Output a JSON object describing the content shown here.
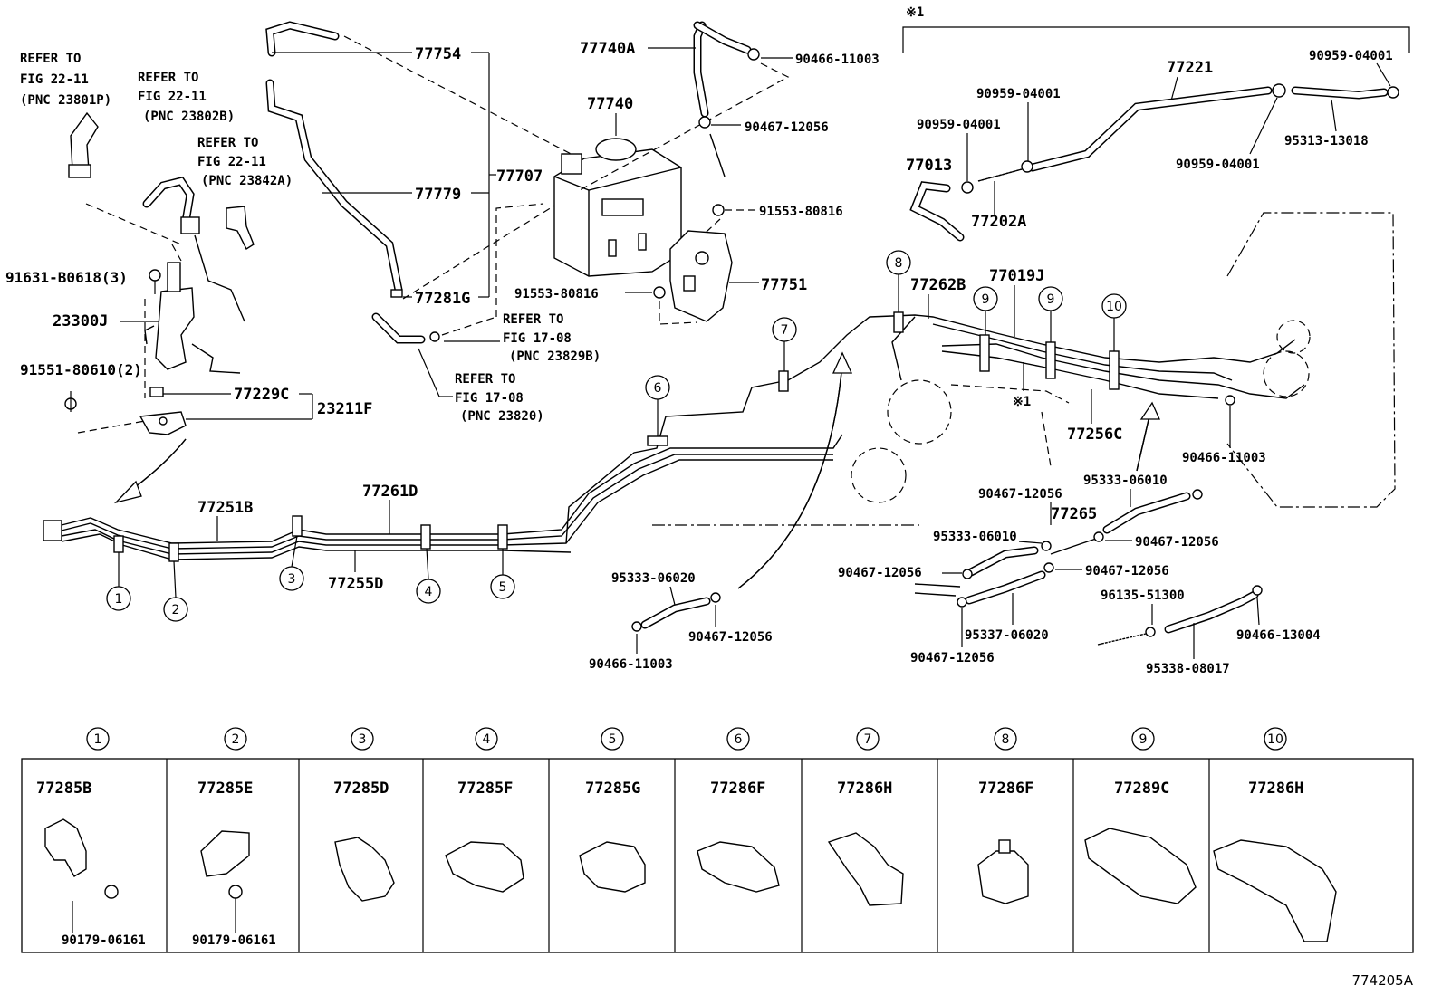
{
  "top_notes": {
    "mark_1": "※1",
    "mark_1_lower": "※1"
  },
  "refer_notes": {
    "r1": [
      "REFER TO",
      "FIG 22-11",
      "(PNC 23801P)"
    ],
    "r2": [
      "REFER TO",
      "FIG 22-11",
      "(PNC 23802B)"
    ],
    "r3": [
      "REFER TO",
      "FIG 22-11",
      "(PNC 23842A)"
    ],
    "r4": [
      "REFER TO",
      "FIG 17-08",
      "(PNC 23829B)"
    ],
    "r5": [
      "REFER TO",
      "FIG 17-08",
      "(PNC 23820)"
    ]
  },
  "part_labels": {
    "p77754": "77754",
    "p77707": "77707",
    "p77779": "77779",
    "p77281G": "77281G",
    "p77740A": "77740A",
    "p77740": "77740",
    "p90466_11003_top": "90466-11003",
    "p90467_12056_top": "90467-12056",
    "p91553_80816_a": "91553-80816",
    "p91553_80816_b": "91553-80816",
    "p77751": "77751",
    "p77221": "77221",
    "p90959_04001_a": "90959-04001",
    "p90959_04001_b": "90959-04001",
    "p90959_04001_c": "90959-04001",
    "p90959_04001_d": "90959-04001",
    "p95313_13018": "95313-13018",
    "p77013": "77013",
    "p77202A": "77202A",
    "p91631": "91631-B0618(3)",
    "p23300J": "23300J",
    "p91551": "91551-80610(2)",
    "p77229C": "77229C",
    "p23211F": "23211F",
    "p77262B": "77262B",
    "p77019J": "77019J",
    "p77256C": "77256C",
    "p90466_11003_mid": "90466-11003",
    "p95333_06010_a": "95333-06010",
    "p95333_06010_b": "95333-06010",
    "p90467_12056_m1": "90467-12056",
    "p77265": "77265",
    "p90467_12056_m2": "90467-12056",
    "p90467_12056_m3": "90467-12056",
    "p90467_12056_m4": "90467-12056",
    "p95337_06020": "95337-06020",
    "p90467_12056_m5": "90467-12056",
    "p96135_51300": "96135-51300",
    "p90466_13004": "90466-13004",
    "p95338_08017": "95338-08017",
    "p77251B": "77251B",
    "p77261D": "77261D",
    "p77255D": "77255D",
    "p95333_06020": "95333-06020",
    "p90467_12056_bl": "90467-12056",
    "p90466_11003_bl": "90466-11003"
  },
  "callouts": [
    "1",
    "2",
    "3",
    "4",
    "5",
    "6",
    "7",
    "8",
    "9",
    "9",
    "10"
  ],
  "clamp_table": [
    {
      "num": "1",
      "part": "77285B",
      "sub": "90179-06161"
    },
    {
      "num": "2",
      "part": "77285E",
      "sub": "90179-06161"
    },
    {
      "num": "3",
      "part": "77285D",
      "sub": ""
    },
    {
      "num": "4",
      "part": "77285F",
      "sub": ""
    },
    {
      "num": "5",
      "part": "77285G",
      "sub": ""
    },
    {
      "num": "6",
      "part": "77286F",
      "sub": ""
    },
    {
      "num": "7",
      "part": "77286H",
      "sub": ""
    },
    {
      "num": "8",
      "part": "77286F",
      "sub": ""
    },
    {
      "num": "9",
      "part": "77289C",
      "sub": ""
    },
    {
      "num": "10",
      "part": "77286H",
      "sub": ""
    }
  ],
  "illustration_code": "774205A"
}
